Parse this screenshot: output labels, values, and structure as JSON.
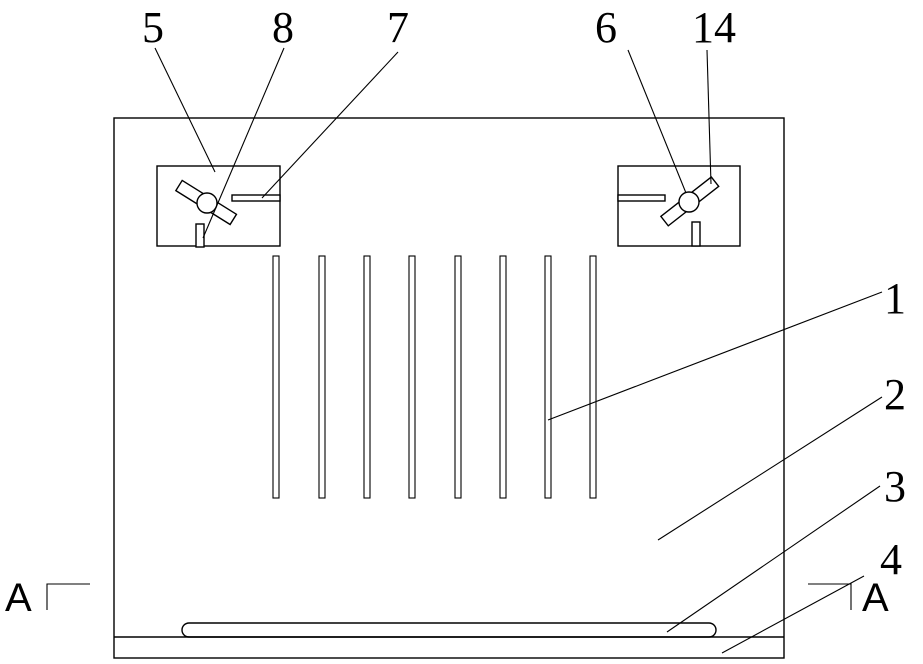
{
  "labels": {
    "l5": "5",
    "l8": "8",
    "l7": "7",
    "l6": "6",
    "l14": "14",
    "l1": "1",
    "l2": "2",
    "l3": "3",
    "l4": "4"
  },
  "section": {
    "left": "A",
    "right": "A"
  },
  "colors": {
    "line": "#000000",
    "background": "#ffffff"
  }
}
